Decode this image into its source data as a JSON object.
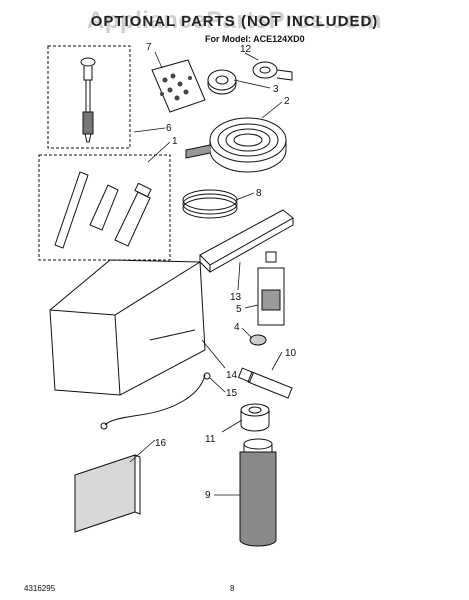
{
  "header": {
    "title": "OPTIONAL PARTS (NOT INCLUDED)",
    "watermark": "AppliancePartsPros.com",
    "model": "For Model: ACE124XD0"
  },
  "callouts": [
    "7",
    "12",
    "3",
    "2",
    "6",
    "1",
    "8",
    "13",
    "5",
    "4",
    "10",
    "14",
    "15",
    "11",
    "16",
    "9"
  ],
  "footer": {
    "doc_number": "4316295",
    "page_number": "8"
  },
  "colors": {
    "line": "#111111",
    "fill_gray": "#888888",
    "watermark": "#aaaaaa"
  }
}
